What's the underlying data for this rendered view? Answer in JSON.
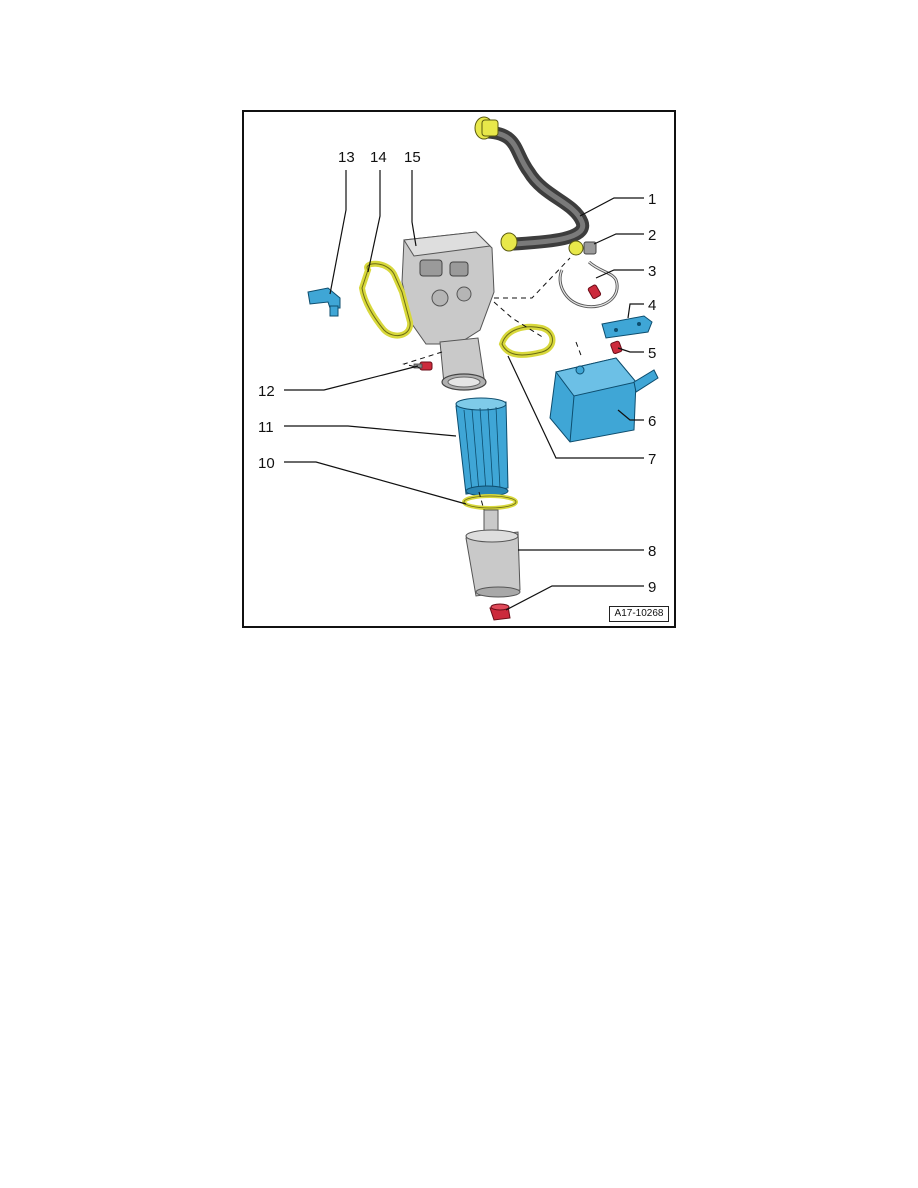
{
  "figure": {
    "reference": "A17-10268",
    "callouts": [
      "1",
      "2",
      "3",
      "4",
      "5",
      "6",
      "7",
      "8",
      "9",
      "10",
      "11",
      "12",
      "13",
      "14",
      "15"
    ]
  },
  "colors": {
    "highlight_yellow": "#e8e84a",
    "part_blue": "#3fa6d6",
    "housing_grey": "#c9c9c9",
    "bolt_red": "#cc2a3c"
  }
}
